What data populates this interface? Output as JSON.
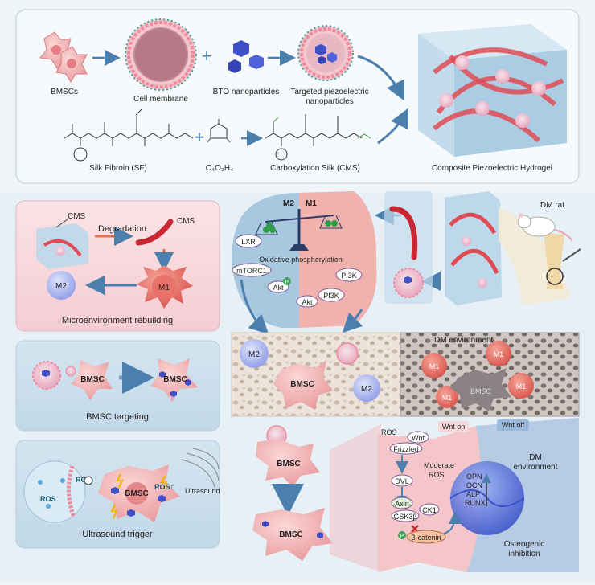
{
  "top": {
    "bmscs": "BMSCs",
    "cell_membrane": "Cell membrane",
    "bto": "BTO nanoparticles",
    "targeted_line1": "Targeted piezoelectric",
    "targeted_line2": "nanoparticles",
    "silk_fibroin": "Silk Fibroin (SF)",
    "anhydride": "C₄O₃H₄",
    "cms_full": "Carboxylation Silk (CMS)",
    "hydrogel": "Composite Piezoelectric Hydrogel"
  },
  "micro": {
    "cms_label1": "CMS",
    "degradation": "Degradation",
    "cms_label2": "CMS",
    "m2": "M2",
    "m1": "M1",
    "title": "Microenvironment rebuilding"
  },
  "targeting": {
    "bmsc1": "BMSC",
    "bmsc2": "BMSC",
    "title": "BMSC targeting"
  },
  "ultrasound": {
    "ros1": "ROS",
    "ros2": "ROS",
    "bmsc": "BMSC",
    "ros3": "ROS↑",
    "us": "Ultrasound",
    "title": "Ultrasound trigger"
  },
  "macrophage": {
    "m2": "M2",
    "m1": "M1",
    "lxr": "LXR",
    "oxphos": "Oxidative phosphorylation",
    "mtorc1": "mTORC1",
    "akt1": "Akt",
    "akt2": "Akt",
    "pi3k1": "PI3K",
    "pi3k2": "PI3K",
    "p": "P"
  },
  "dm_rat": "DM rat",
  "band": {
    "dm_env": "DM environment",
    "m2a": "M2",
    "m2b": "M2",
    "bmsc": "BMSC",
    "bmsc_grey": "BMSC",
    "m1a": "M1",
    "m1b": "M1",
    "m1c": "M1",
    "m1d": "M1"
  },
  "wnt": {
    "bmsc_top": "BMSC",
    "bmsc_bottom": "BMSC",
    "ros": "ROS",
    "wnt_on": "Wnt on",
    "wnt_off": "Wnt off",
    "wnt": "Wnt",
    "frizzled": "Frizzled",
    "moderate": "Moderate",
    "ros2": "ROS",
    "dvl": "DVL",
    "axin": "Axin",
    "ck1": "CK1",
    "gsk": "GSK3β",
    "p": "P",
    "beta": "β-catenin",
    "opn": "OPN",
    "ocn": "OCN",
    "alp": "ALP",
    "runx": "RUNX",
    "dm_env1": "DM",
    "dm_env2": "environment",
    "osteo1": "Osteogenic",
    "osteo2": "inhibition"
  }
}
